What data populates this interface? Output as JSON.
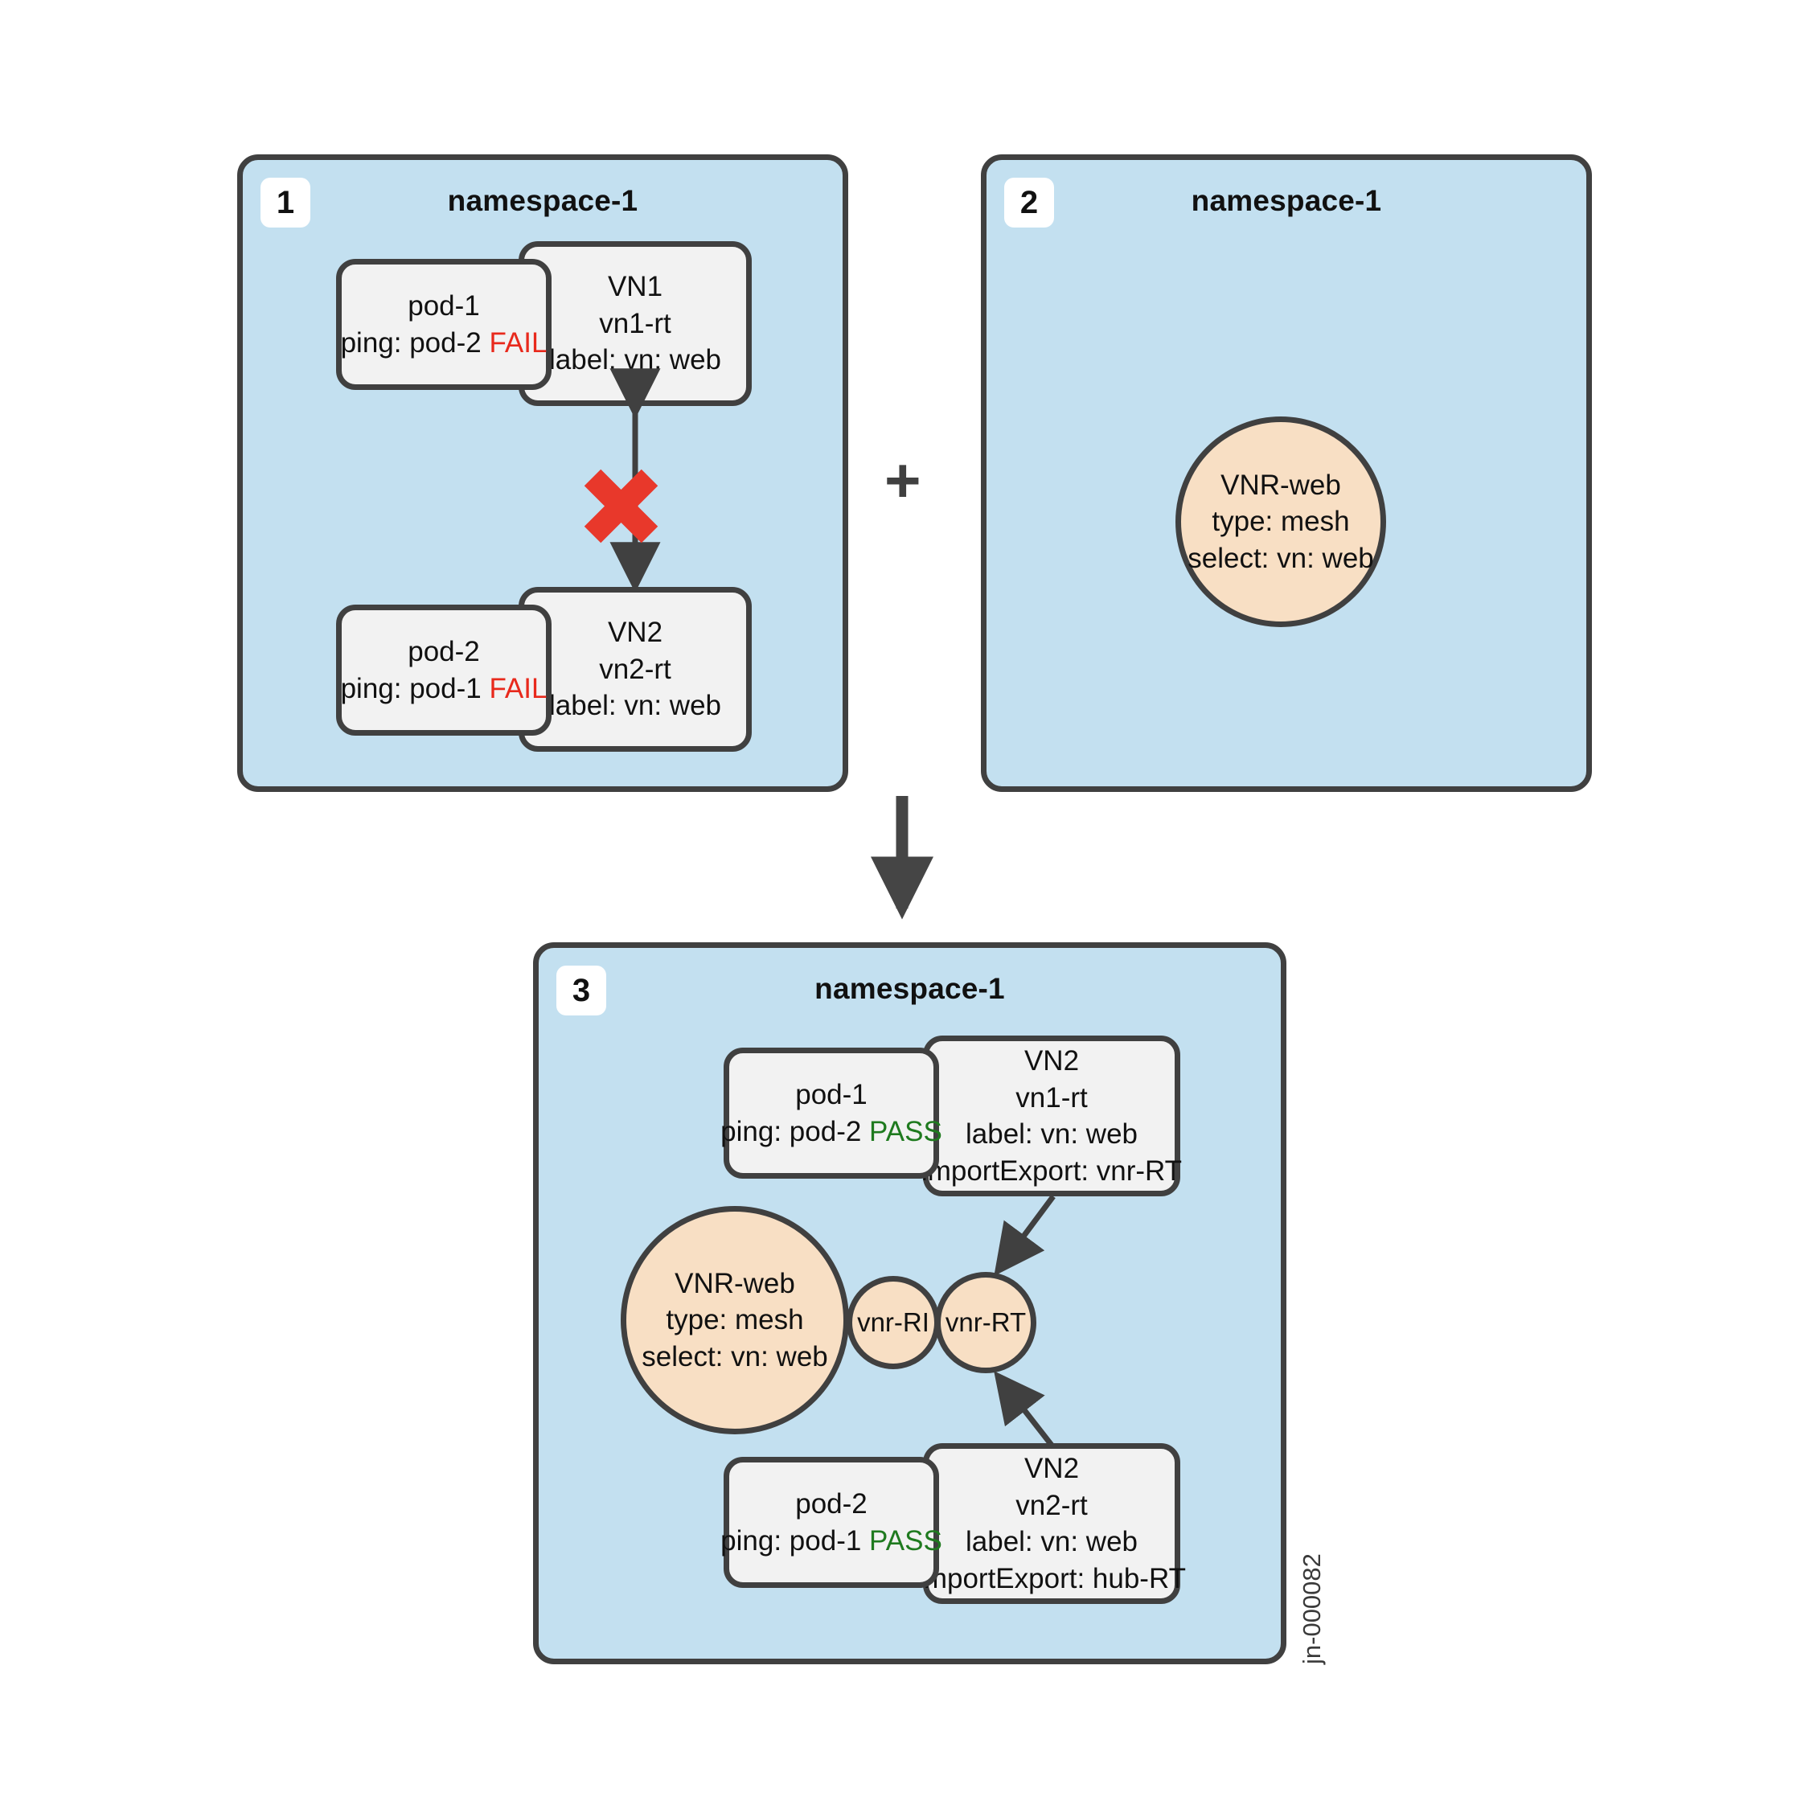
{
  "diagram": {
    "watermark": "jn-000082",
    "plus_symbol": "+",
    "colors": {
      "namespace_fill": "#c3e0f0",
      "node_fill": "#f2f2f2",
      "vnr_fill": "#f8dfc4",
      "stroke": "#404040",
      "fail": "#e8291c",
      "pass": "#1f7a1f",
      "fail_x_mark": "#e8382b"
    }
  },
  "panels": [
    {
      "number": "1",
      "title": "namespace-1",
      "pods": [
        {
          "name": "pod-1",
          "ping_label": "ping: pod-2",
          "status": "FAIL",
          "status_kind": "fail"
        },
        {
          "name": "pod-2",
          "ping_label": "ping: pod-1",
          "status": "FAIL",
          "status_kind": "fail"
        }
      ],
      "vns": [
        {
          "name": "VN1",
          "rt": "vn1-rt",
          "label": "label: vn: web"
        },
        {
          "name": "VN2",
          "rt": "vn2-rt",
          "label": "label: vn: web"
        }
      ],
      "connector": {
        "kind": "bidirectional-blocked",
        "marker": "x-cross"
      }
    },
    {
      "number": "2",
      "title": "namespace-1",
      "vnr": {
        "name": "VNR-web",
        "type": "type: mesh",
        "select": "select: vn: web"
      }
    },
    {
      "number": "3",
      "title": "namespace-1",
      "pods": [
        {
          "name": "pod-1",
          "ping_label": "ping: pod-2",
          "status": "PASS",
          "status_kind": "pass"
        },
        {
          "name": "pod-2",
          "ping_label": "ping: pod-1",
          "status": "PASS",
          "status_kind": "pass"
        }
      ],
      "vns": [
        {
          "name": "VN2",
          "rt": "vn1-rt",
          "label": "label: vn: web",
          "import_export": "importExport: vnr-RT"
        },
        {
          "name": "VN2",
          "rt": "vn2-rt",
          "label": "label: vn: web",
          "import_export": "importExport: hub-RT"
        }
      ],
      "vnr": {
        "name": "VNR-web",
        "type": "type: mesh",
        "select": "select: vn: web"
      },
      "ri_circle": "vnr-RI",
      "rt_circle": "vnr-RT"
    }
  ]
}
